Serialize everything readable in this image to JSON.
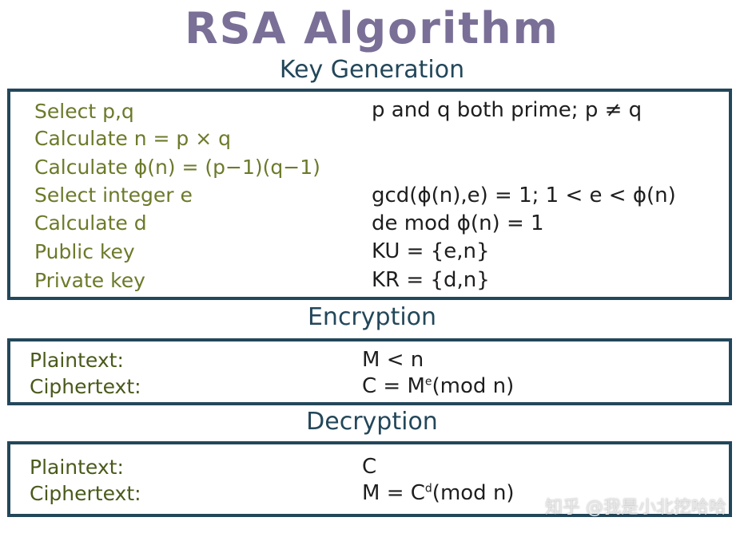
{
  "title": "RSA Algorithm",
  "key_generation": {
    "heading": "Key Generation",
    "rows": [
      {
        "label": "Select p,q",
        "expr": "p and q both prime; p ≠ q"
      },
      {
        "label": "Calculate n = p × q",
        "expr": ""
      },
      {
        "label": "Calculate ϕ(n) = (p−1)(q−1)",
        "expr": ""
      },
      {
        "label": "Select integer e",
        "expr": "gcd(ϕ(n),e) = 1; 1 < e < ϕ(n)"
      },
      {
        "label": "Calculate d",
        "expr": "de mod ϕ(n) = 1"
      },
      {
        "label": "Public key",
        "expr": "KU = {e,n}"
      },
      {
        "label": "Private key",
        "expr": "KR = {d,n}"
      }
    ]
  },
  "encryption": {
    "heading": "Encryption",
    "rows": [
      {
        "label": "Plaintext:",
        "expr": "M < n"
      },
      {
        "label": "Ciphertext:",
        "expr_base": "C = M",
        "expr_sup": "e",
        "expr_tail": "(mod n)"
      }
    ]
  },
  "decryption": {
    "heading": "Decryption",
    "rows": [
      {
        "label": "Plaintext:",
        "expr": "C"
      },
      {
        "label": "Ciphertext:",
        "expr_base": "M = C",
        "expr_sup": "d",
        "expr_tail": "(mod n)"
      }
    ]
  },
  "watermark": "知乎 @我是小北挖哈哈",
  "colors": {
    "title": "#7a6f96",
    "heading": "#23475a",
    "border": "#23475a",
    "label": "#6b7a2a",
    "expr": "#1e1e1e"
  }
}
